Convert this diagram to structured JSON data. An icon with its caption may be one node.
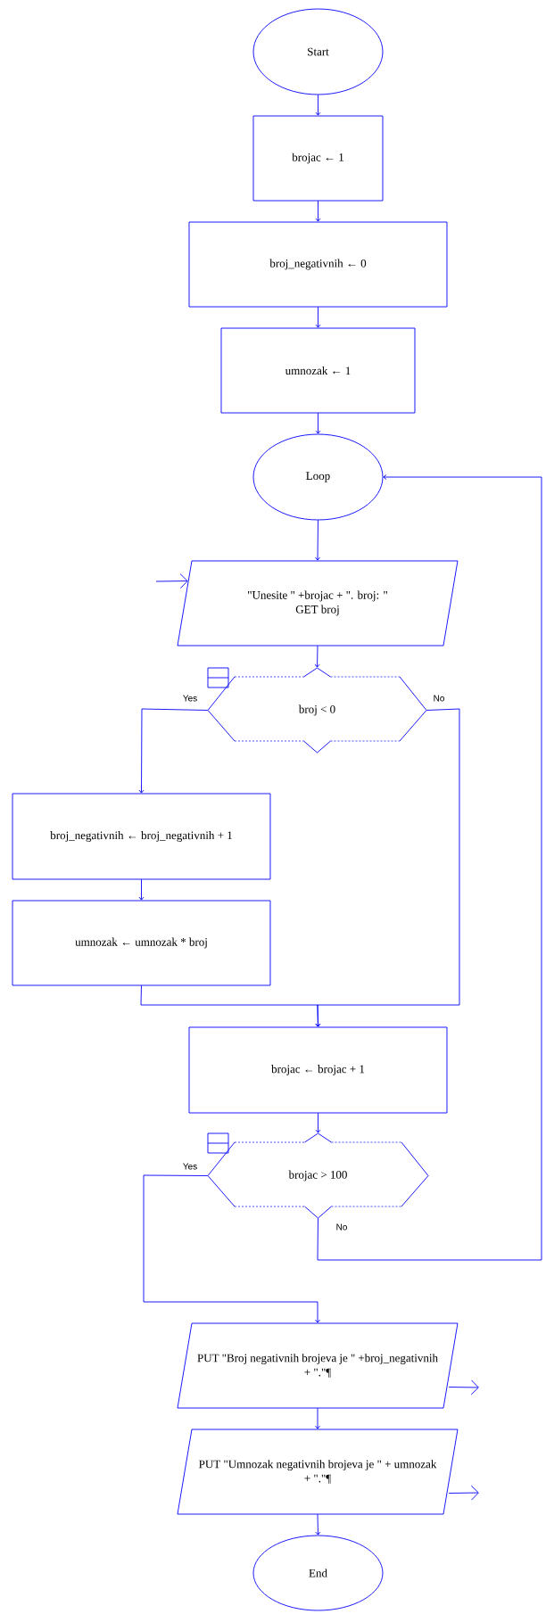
{
  "diagram": {
    "nodes": [
      {
        "text": [
          "Start"
        ]
      },
      {
        "text": [
          "brojac ← 1"
        ]
      },
      {
        "text": [
          "broj_negativnih ← 0"
        ]
      },
      {
        "text": [
          "umnozak ← 1"
        ]
      },
      {
        "text": [
          "Loop"
        ]
      },
      {
        "text": [
          "\"Unesite \" +brojac + \". broj: \"",
          "GET broj"
        ]
      },
      {
        "text": [
          "broj < 0"
        ]
      },
      {
        "text": [
          "broj_negativnih ← broj_negativnih + 1"
        ]
      },
      {
        "text": [
          "umnozak ← umnozak * broj"
        ]
      },
      {
        "text": [
          "brojac ← brojac + 1"
        ]
      },
      {
        "text": [
          "brojac > 100"
        ]
      },
      {
        "text": [
          "PUT \"Broj negativnih brojeva je \" +broj_negativnih + \".\"¶"
        ]
      },
      {
        "text": [
          "PUT \"Umnozak negativnih brojeva je \" + umnozak + \".\"¶"
        ]
      },
      {
        "text": [
          "End"
        ]
      }
    ],
    "edges": [
      {
        "from": 0,
        "to": 1,
        "arrow": "to"
      },
      {
        "from": 1,
        "to": 2,
        "arrow": "to"
      },
      {
        "from": 2,
        "to": 3,
        "arrow": "to"
      },
      {
        "from": 3,
        "to": 4,
        "arrow": "to"
      },
      {
        "from": 4,
        "to": 5,
        "arrow": "to"
      },
      {
        "from": null,
        "to": 5,
        "arrow": "to"
      },
      {
        "from": 5,
        "to": 6,
        "arrow": "to"
      },
      {
        "from": 6,
        "to": 7,
        "arrow": "to",
        "label": "Yes"
      },
      {
        "from": 6,
        "to": 9,
        "arrow": "to",
        "label": "No"
      },
      {
        "from": 7,
        "to": 8,
        "arrow": "to"
      },
      {
        "from": 8,
        "to": 9,
        "arrow": "to"
      },
      {
        "from": 9,
        "to": 10,
        "arrow": "to"
      },
      {
        "from": 10,
        "to": 11,
        "arrow": "to",
        "label": "Yes"
      },
      {
        "from": 10,
        "to": 4,
        "arrow": "to",
        "label": "No"
      },
      {
        "from": 11,
        "to": null,
        "arrow": "to"
      },
      {
        "from": 11,
        "to": 12,
        "arrow": "to"
      },
      {
        "from": 12,
        "to": 13,
        "arrow": "to"
      },
      {
        "from": 12,
        "to": null,
        "arrow": "to"
      }
    ]
  }
}
